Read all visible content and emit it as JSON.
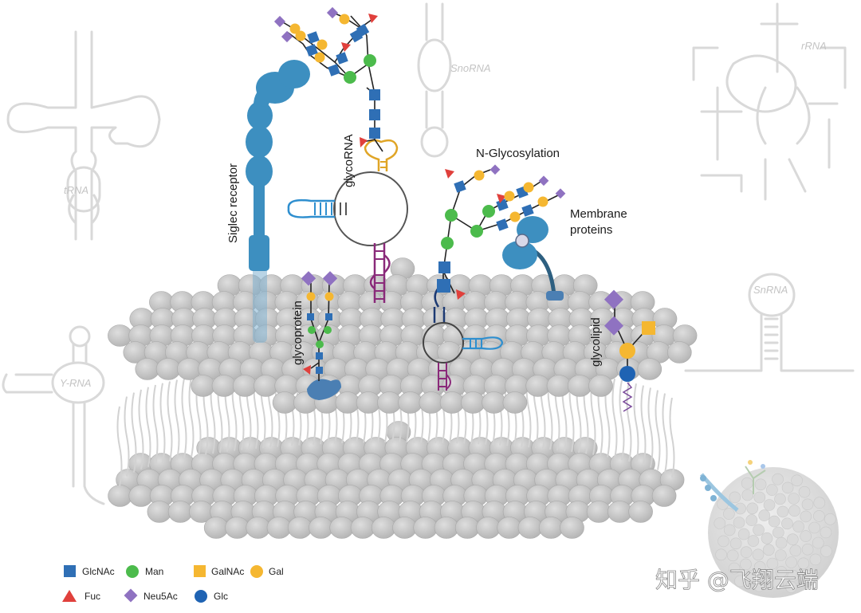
{
  "ghost_labels": {
    "trna": "tRNA",
    "snorna": "SnoRNA",
    "rrna": "rRNA",
    "snrna": "SnRNA",
    "yrna": "Y-RNA"
  },
  "labels": {
    "siglec": "Siglec receptor",
    "glycorna": "glycoRNA",
    "nglyc": "N-Glycosylation",
    "membrane_line1": "Membrane",
    "membrane_line2": "proteins",
    "glycoprotein": "glycoprotein",
    "glycolipid": "glycolipid"
  },
  "legend": {
    "glcnac": "GlcNAc",
    "man": "Man",
    "galnac": "GalNAc",
    "gal": "Gal",
    "fuc": "Fuc",
    "neu5ac": "Neu5Ac",
    "glc": "Glc"
  },
  "colors": {
    "glcnac": "#2f6fb5",
    "man": "#4cbb4c",
    "galnac": "#f5b731",
    "gal": "#f5b731",
    "fuc": "#e0403c",
    "neu5ac": "#8f72c1",
    "glc": "#1f63b3",
    "receptor": "#3d8fc0",
    "rna_purple": "#8a2a7a",
    "lipid_head": "#c3c3c3"
  },
  "watermark": "知乎 @飞翔云端"
}
